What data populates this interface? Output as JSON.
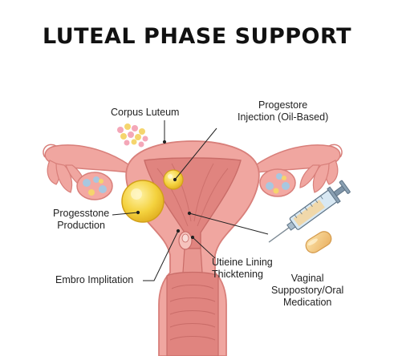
{
  "title": "LUTEAL PHASE SUPPORT",
  "labels": {
    "corpus_luteum": "Corpus Luteum",
    "injection": [
      "Progestore",
      "Injection (Oil-Based)"
    ],
    "production": [
      "Progesstone",
      "Production"
    ],
    "implantation": "Embro Implitation",
    "lining": [
      "Utieine Lining",
      "Thicktening"
    ],
    "suppository": [
      "Vaginal",
      "Suppostory/Oral",
      "Medication"
    ]
  },
  "colors": {
    "uterus_outer": "#f0a6a0",
    "uterus_stroke": "#d87f7a",
    "uterus_inner": "#e0847f",
    "corpus_luteum": "#f3cf3c",
    "syringe_barrel": "#d8e8f3",
    "pill": "#f2c47f"
  }
}
